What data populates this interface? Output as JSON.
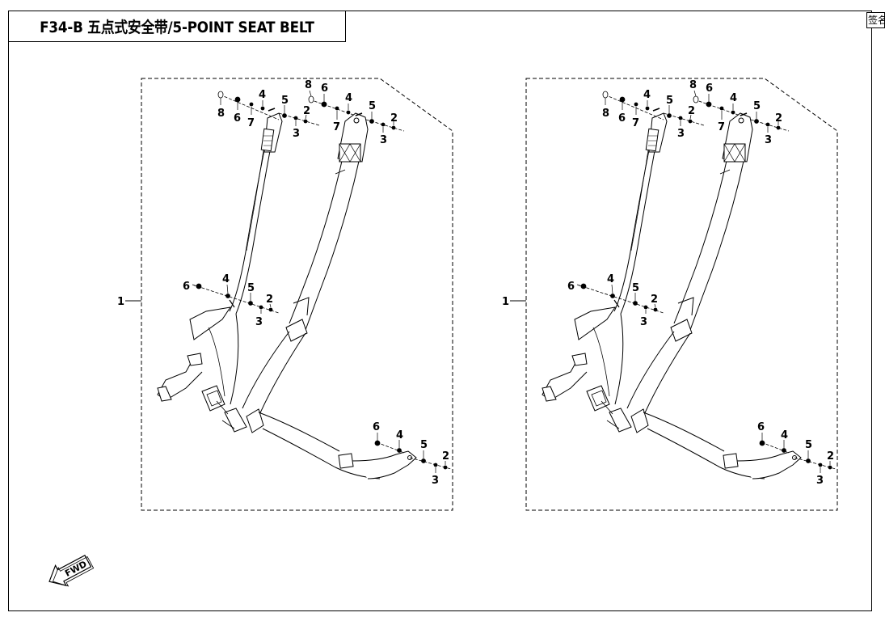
{
  "header": {
    "title": "F34-B 五点式安全带/5-POINT SEAT BELT"
  },
  "corner_tab": {
    "label": "签名"
  },
  "assembly_label": "1",
  "fwd_label": "FWD",
  "callouts": {
    "top_left": [
      "8",
      "6",
      "7",
      "4",
      "5",
      "2",
      "3"
    ],
    "top_right": [
      "8",
      "6",
      "7",
      "4",
      "5",
      "2",
      "3"
    ],
    "middle": [
      "6",
      "4",
      "5",
      "3",
      "2"
    ],
    "bottom": [
      "6",
      "4",
      "5",
      "3",
      "2"
    ]
  }
}
